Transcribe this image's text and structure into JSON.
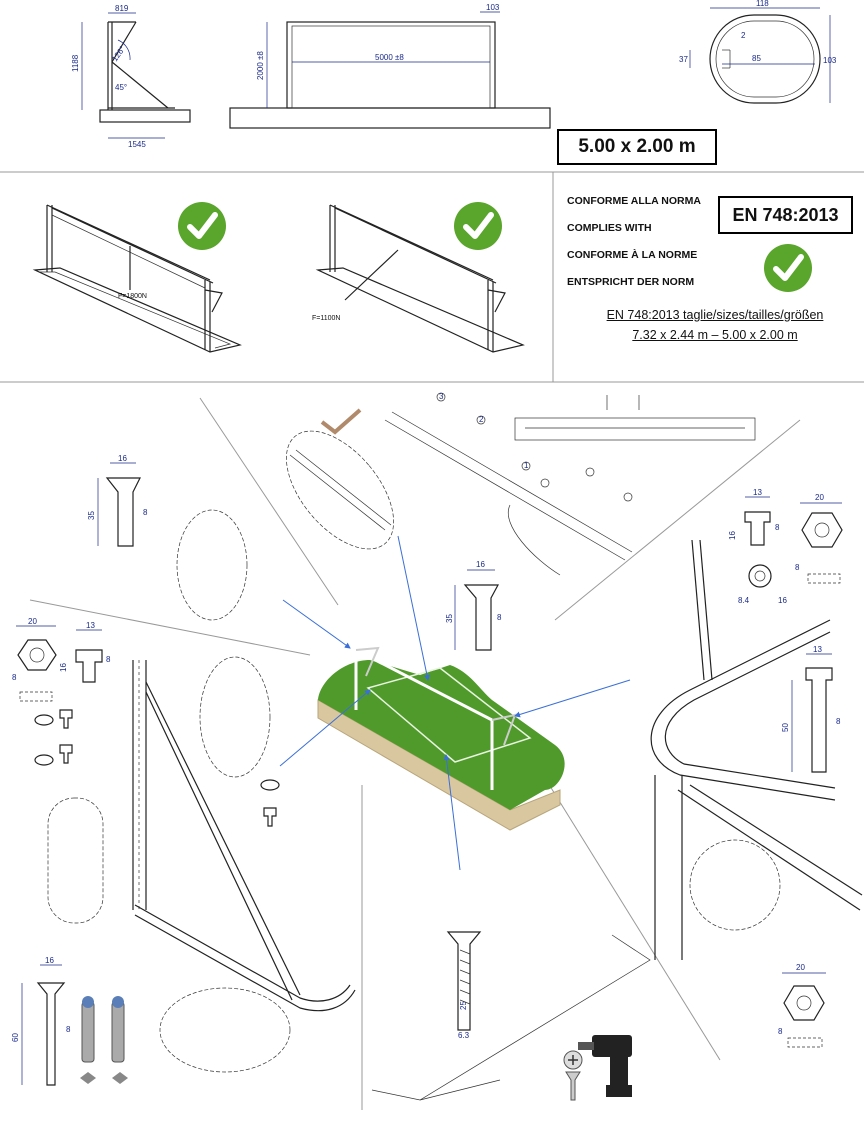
{
  "top": {
    "side_dims": {
      "top_width": "819",
      "height": "1188",
      "base_width": "1545",
      "angle_upper": "126°",
      "angle_lower": "45°"
    },
    "front_dims": {
      "width": "5000 ±8",
      "height": "2000 ±8",
      "post": "103"
    },
    "profile_dims": {
      "width": "118",
      "height": "103",
      "inner": "85",
      "side": "37",
      "wall": "2"
    },
    "size_label": "5.00 x 2.00 m"
  },
  "tests": {
    "force_vertical": "F=1800N",
    "force_horizontal": "F=1100N"
  },
  "norm": {
    "lines": [
      "CONFORME ALLA NORMA",
      "COMPLIES WITH",
      "CONFORME À LA NORME",
      "ENTSPRICHT DER NORM"
    ],
    "standard": "EN 748:2013",
    "sizes_line1": "EN 748:2013 taglie/sizes/tailles/größen",
    "sizes_line2": "7.32 x 2.44 m – 5.00 x 2.00 m"
  },
  "details": {
    "bolt_a": {
      "w": "16",
      "h": "35",
      "d": "8"
    },
    "bolt_b": {
      "w": "16",
      "h": "35",
      "d": "8"
    },
    "nut_left": {
      "w": "20",
      "d": "8"
    },
    "bolt_left": {
      "w": "13",
      "h": "16",
      "d": "8"
    },
    "nut_right": {
      "w": "20",
      "d": "8"
    },
    "bolt_right": {
      "w": "13",
      "h": "16",
      "d": "8"
    },
    "washer_right": {
      "d1": "8.4",
      "d2": "16"
    },
    "bolt_right_long": {
      "w": "13",
      "h": "50",
      "d": "8"
    },
    "nut_right_bottom": {
      "w": "20",
      "d": "8"
    },
    "screw_left_bottom": {
      "w": "16",
      "h": "60",
      "d": "8"
    },
    "screw_center": {
      "h": "25",
      "d": "6.3"
    },
    "callouts": [
      "1",
      "2",
      "3"
    ]
  },
  "colors": {
    "check": "#5aa52b",
    "grass": "#4f9a2a",
    "base": "#d9c7a0",
    "arrow": "#3a6fd8"
  }
}
